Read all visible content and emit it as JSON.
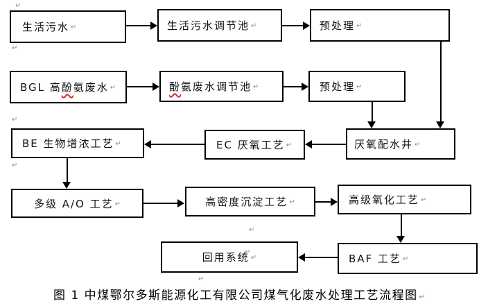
{
  "diagram": {
    "title": "煤气化废水处理工艺流程图",
    "nodes": {
      "domestic_sewage": {
        "label": "生活污水"
      },
      "domestic_regulating": {
        "label": "生活污水调节池"
      },
      "pretreatment_1": {
        "label": "预处理"
      },
      "bgl_wastewater": {
        "label_pre": "BGL 高",
        "label_misspelled": "酚",
        "label_post": "氨废水"
      },
      "phenol_regulating": {
        "label_misspelled": "酚",
        "label_post": "氨废水调节池"
      },
      "pretreatment_2": {
        "label": "预处理"
      },
      "be_bioconcentration": {
        "label": "BE 生物增浓工艺"
      },
      "ec_anaerobic": {
        "label": "EC 厌氧工艺"
      },
      "anaerobic_well": {
        "label": "厌氧配水井"
      },
      "multistage_ao": {
        "label": "多级 A/O 工艺"
      },
      "high_density_sediment": {
        "label": "高密度沉淀工艺"
      },
      "advanced_oxidation": {
        "label": "高级氧化工艺"
      },
      "baf": {
        "label": "BAF 工艺"
      },
      "reuse_system": {
        "label": "回用系统"
      }
    },
    "edges": [
      {
        "from": "生活污水",
        "to": "生活污水调节池",
        "direction": "right"
      },
      {
        "from": "生活污水调节池",
        "to": "预处理(上)",
        "direction": "right"
      },
      {
        "from": "BGL 高酚氨废水",
        "to": "酚氨废水调节池",
        "direction": "right"
      },
      {
        "from": "酚氨废水调节池",
        "to": "预处理(下)",
        "direction": "right"
      },
      {
        "from": "预处理(上)",
        "to": "厌氧配水井",
        "direction": "down"
      },
      {
        "from": "预处理(下)",
        "to": "厌氧配水井",
        "direction": "down"
      },
      {
        "from": "厌氧配水井",
        "to": "EC 厌氧工艺",
        "direction": "left"
      },
      {
        "from": "EC 厌氧工艺",
        "to": "BE 生物增浓工艺",
        "direction": "left"
      },
      {
        "from": "BE 生物增浓工艺",
        "to": "多级 A/O 工艺",
        "direction": "down"
      },
      {
        "from": "多级 A/O 工艺",
        "to": "高密度沉淀工艺",
        "direction": "right"
      },
      {
        "from": "高密度沉淀工艺",
        "to": "高级氧化工艺",
        "direction": "right"
      },
      {
        "from": "高级氧化工艺",
        "to": "BAF 工艺",
        "direction": "down"
      },
      {
        "from": "BAF 工艺",
        "to": "回用系统",
        "direction": "left"
      }
    ]
  },
  "caption": "图 1 中煤鄂尔多斯能源化工有限公司煤气化废水处理工艺流程图",
  "marks": {
    "return_mark": "↵"
  },
  "colors": {
    "line": "#000000",
    "spellcheck_squiggle": "#d42a2a",
    "formatting_mark": "#8a8a8a",
    "background": "#ffffff"
  }
}
